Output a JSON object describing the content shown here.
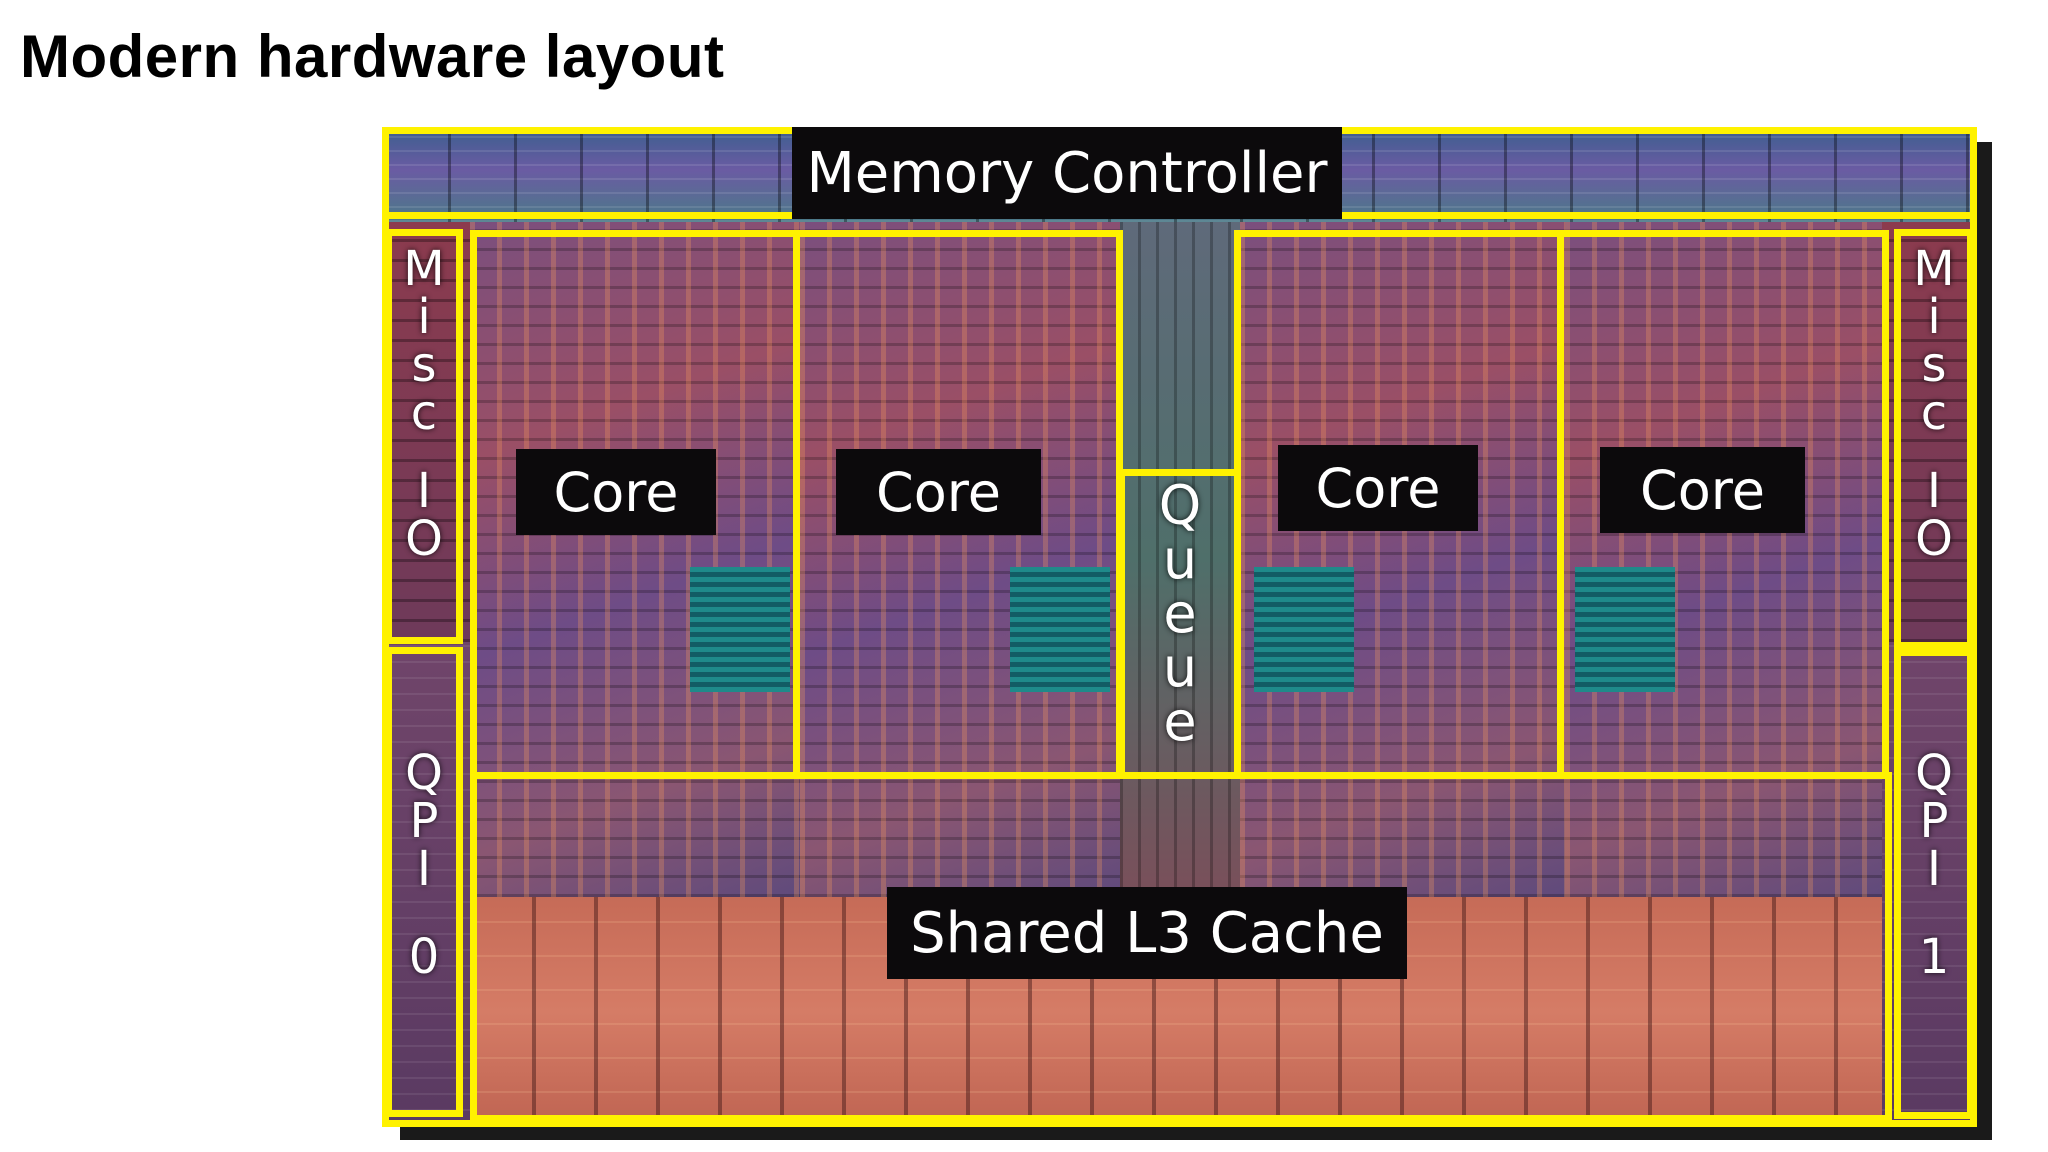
{
  "slide": {
    "title": "Modern hardware layout"
  },
  "chip": {
    "memory_controller": "Memory Controller",
    "cores": [
      "Core",
      "Core",
      "Core",
      "Core"
    ],
    "queue": [
      "Q",
      "u",
      "e",
      "u",
      "e"
    ],
    "shared_cache": "Shared L3 Cache",
    "misc_io_left": [
      "M",
      "i",
      "s",
      "c",
      "I",
      "O"
    ],
    "misc_io_right": [
      "M",
      "i",
      "s",
      "c",
      "I",
      "O"
    ],
    "qpi_left": [
      "Q",
      "P",
      "I",
      "0"
    ],
    "qpi_right": [
      "Q",
      "P",
      "I",
      "1"
    ],
    "colors": {
      "outline": "#fff200",
      "label_bg": "#0c0a0c",
      "label_text": "#ffffff"
    }
  }
}
